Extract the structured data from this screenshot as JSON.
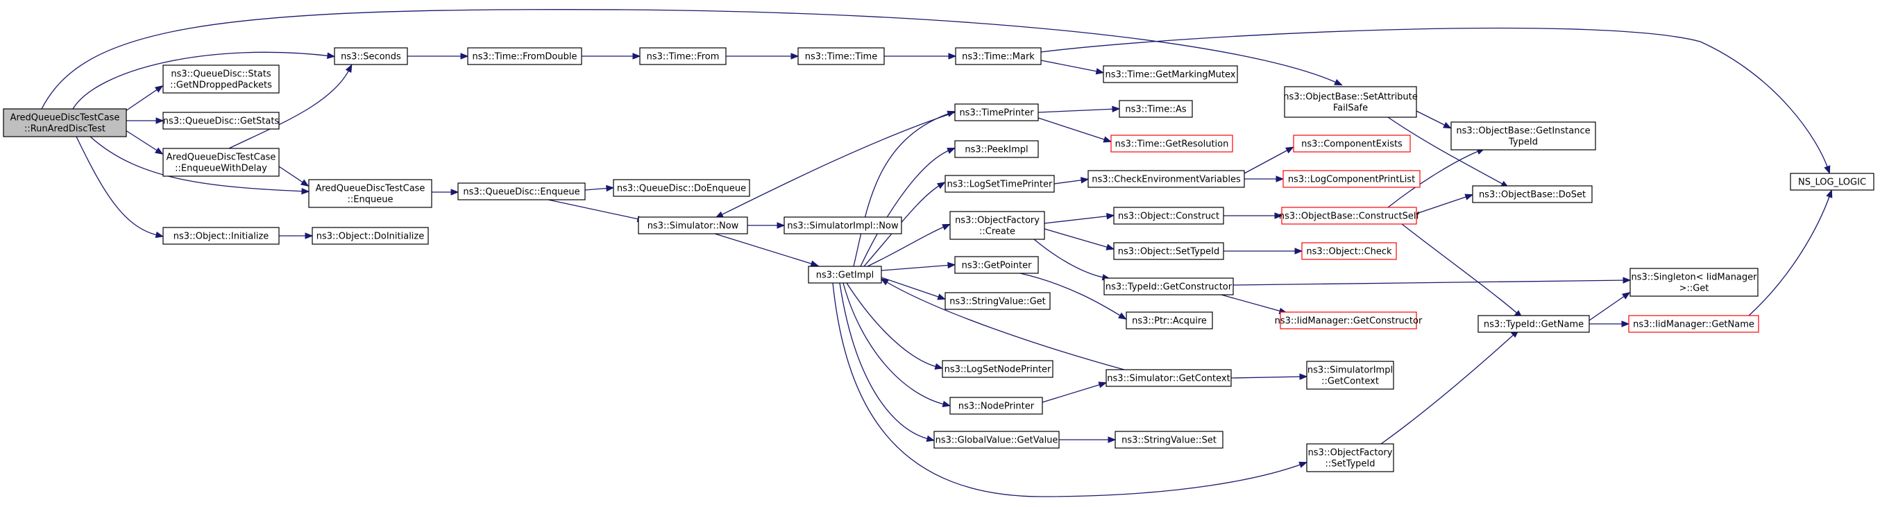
{
  "graph": {
    "colors": {
      "edge": "#191970",
      "root_fill": "#bfbfbf",
      "node_border": "#000000",
      "truncated_border": "#ff0000"
    },
    "nodes": [
      {
        "id": "root",
        "lines": [
          "AredQueueDiscTestCase",
          "::RunAredDiscTest"
        ],
        "style": "root"
      },
      {
        "id": "seconds",
        "lines": [
          "ns3::Seconds"
        ]
      },
      {
        "id": "fromdouble",
        "lines": [
          "ns3::Time::FromDouble"
        ]
      },
      {
        "id": "from",
        "lines": [
          "ns3::Time::From"
        ]
      },
      {
        "id": "time",
        "lines": [
          "ns3::Time::Time"
        ]
      },
      {
        "id": "mark",
        "lines": [
          "ns3::Time::Mark"
        ]
      },
      {
        "id": "getmarkingmutex",
        "lines": [
          "ns3::Time::GetMarkingMutex"
        ]
      },
      {
        "id": "stats",
        "lines": [
          "ns3::QueueDisc::Stats",
          "::GetNDroppedPackets"
        ]
      },
      {
        "id": "getstats",
        "lines": [
          "ns3::QueueDisc::GetStats"
        ]
      },
      {
        "id": "enqueuewithdelay",
        "lines": [
          "AredQueueDiscTestCase",
          "::EnqueueWithDelay"
        ]
      },
      {
        "id": "aredenqueue",
        "lines": [
          "AredQueueDiscTestCase",
          "::Enqueue"
        ]
      },
      {
        "id": "qdenqueue",
        "lines": [
          "ns3::QueueDisc::Enqueue"
        ]
      },
      {
        "id": "doenqueue",
        "lines": [
          "ns3::QueueDisc::DoEnqueue"
        ]
      },
      {
        "id": "initialize",
        "lines": [
          "ns3::Object::Initialize"
        ]
      },
      {
        "id": "doinitialize",
        "lines": [
          "ns3::Object::DoInitialize"
        ]
      },
      {
        "id": "now",
        "lines": [
          "ns3::Simulator::Now"
        ]
      },
      {
        "id": "implnow",
        "lines": [
          "ns3::SimulatorImpl::Now"
        ]
      },
      {
        "id": "getimpl",
        "lines": [
          "ns3::GetImpl"
        ]
      },
      {
        "id": "timeprinter",
        "lines": [
          "ns3::TimePrinter"
        ]
      },
      {
        "id": "peekimpl",
        "lines": [
          "ns3::PeekImpl"
        ]
      },
      {
        "id": "logsettimeprinter",
        "lines": [
          "ns3::LogSetTimePrinter"
        ]
      },
      {
        "id": "objfactorycreate",
        "lines": [
          "ns3::ObjectFactory",
          "::Create"
        ]
      },
      {
        "id": "getpointer",
        "lines": [
          "ns3::GetPointer"
        ]
      },
      {
        "id": "stringget",
        "lines": [
          "ns3::StringValue::Get"
        ]
      },
      {
        "id": "logsetnodeprinter",
        "lines": [
          "ns3::LogSetNodePrinter"
        ]
      },
      {
        "id": "nodeprinter",
        "lines": [
          "ns3::NodePrinter"
        ]
      },
      {
        "id": "globalgetvalue",
        "lines": [
          "ns3::GlobalValue::GetValue"
        ]
      },
      {
        "id": "timeas",
        "lines": [
          "ns3::Time::As"
        ]
      },
      {
        "id": "getresolution",
        "lines": [
          "ns3::Time::GetResolution"
        ],
        "style": "red"
      },
      {
        "id": "checkenv",
        "lines": [
          "ns3::CheckEnvironmentVariables"
        ]
      },
      {
        "id": "componentexists",
        "lines": [
          "ns3::ComponentExists"
        ],
        "style": "red"
      },
      {
        "id": "logcomponentprintlist",
        "lines": [
          "ns3::LogComponentPrintList"
        ],
        "style": "red"
      },
      {
        "id": "objconstruct",
        "lines": [
          "ns3::Object::Construct"
        ]
      },
      {
        "id": "settypeid",
        "lines": [
          "ns3::Object::SetTypeId"
        ]
      },
      {
        "id": "getconstructor",
        "lines": [
          "ns3::TypeId::GetConstructor"
        ]
      },
      {
        "id": "ptracquire",
        "lines": [
          "ns3::Ptr::Acquire"
        ]
      },
      {
        "id": "simgetcontext",
        "lines": [
          "ns3::Simulator::GetContext"
        ]
      },
      {
        "id": "stringset",
        "lines": [
          "ns3::StringValue::Set"
        ]
      },
      {
        "id": "setattributefailsafe",
        "lines": [
          "ns3::ObjectBase::SetAttribute",
          "FailSafe"
        ]
      },
      {
        "id": "getinstancetypeid",
        "lines": [
          "ns3::ObjectBase::GetInstance",
          "TypeId"
        ]
      },
      {
        "id": "doset",
        "lines": [
          "ns3::ObjectBase::DoSet"
        ]
      },
      {
        "id": "constructself",
        "lines": [
          "ns3::ObjectBase::ConstructSelf"
        ],
        "style": "red"
      },
      {
        "id": "objcheck",
        "lines": [
          "ns3::Object::Check"
        ],
        "style": "red"
      },
      {
        "id": "iidgetconstructor",
        "lines": [
          "ns3::IidManager::GetConstructor"
        ],
        "style": "red"
      },
      {
        "id": "implgetcontext",
        "lines": [
          "ns3::SimulatorImpl",
          "::GetContext"
        ]
      },
      {
        "id": "ofsettypeid",
        "lines": [
          "ns3::ObjectFactory",
          "::SetTypeId"
        ]
      },
      {
        "id": "typeidgetname",
        "lines": [
          "ns3::TypeId::GetName"
        ]
      },
      {
        "id": "singletonget",
        "lines": [
          "ns3::Singleton< IidManager",
          ">::Get"
        ]
      },
      {
        "id": "iidgetname",
        "lines": [
          "ns3::IidManager::GetName"
        ],
        "style": "red"
      },
      {
        "id": "nslog",
        "lines": [
          "NS_LOG_LOGIC"
        ]
      }
    ]
  }
}
